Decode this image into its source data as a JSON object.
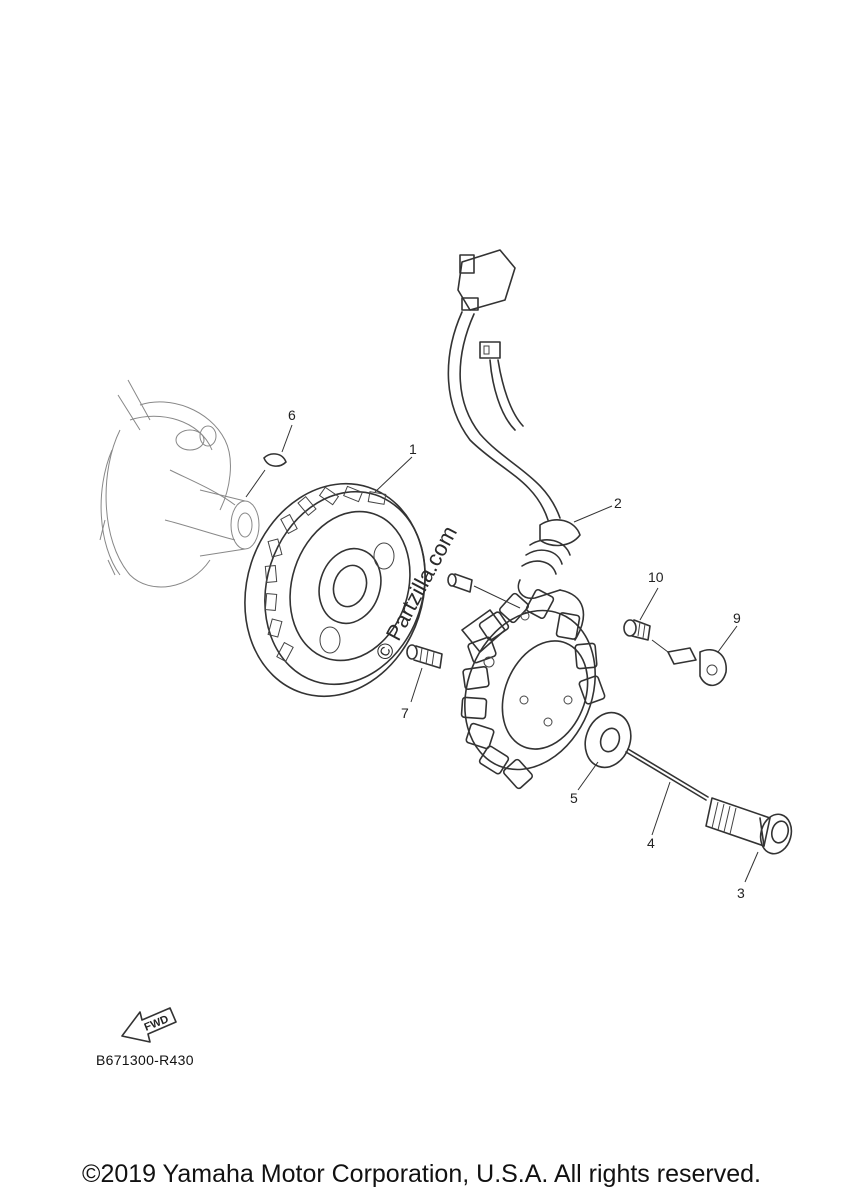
{
  "watermark": "© Partzilla.com",
  "diagram_code": "B671300-R430",
  "copyright": "©2019 Yamaha Motor Corporation, U.S.A. All rights reserved.",
  "fwd_label": "FWD",
  "callouts": [
    {
      "id": "1",
      "label": "1"
    },
    {
      "id": "2",
      "label": "2"
    },
    {
      "id": "3",
      "label": "3"
    },
    {
      "id": "4",
      "label": "4"
    },
    {
      "id": "5",
      "label": "5"
    },
    {
      "id": "6",
      "label": "6"
    },
    {
      "id": "7",
      "label": "7"
    },
    {
      "id": "9",
      "label": "9"
    },
    {
      "id": "10",
      "label": "10"
    }
  ]
}
